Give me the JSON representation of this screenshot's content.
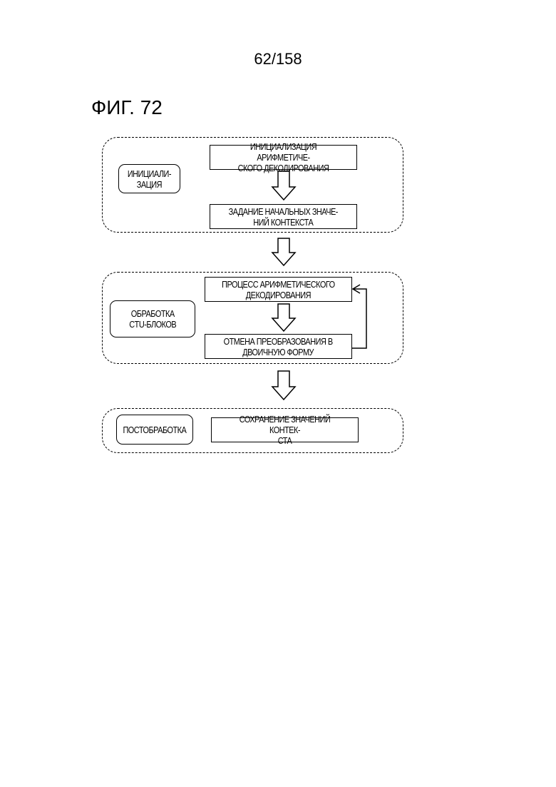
{
  "page_number": "62/158",
  "figure_title": "ФИГ. 72",
  "groups": {
    "init": {
      "label": "ИНИЦИАЛИ-\nЗАЦИЯ",
      "step1": "ИНИЦИАЛИЗАЦИЯ АРИФМЕТИЧЕ-\nСКОГО ДЕКОДИРОВАНИЯ",
      "step2": "ЗАДАНИЕ НАЧАЛЬНЫХ ЗНАЧЕ-\nНИЙ КОНТЕКСТА"
    },
    "ctu": {
      "label": "ОБРАБОТКА\nCTU-БЛОКОВ",
      "step1": "ПРОЦЕСС АРИФМЕТИЧЕСКОГО\nДЕКОДИРОВАНИЯ",
      "step2": "ОТМЕНА ПРЕОБРАЗОВАНИЯ В\nДВОИЧНУЮ ФОРМУ"
    },
    "post": {
      "label": "ПОСТОБРАБОТКА",
      "step1": "СОХРАНЕНИЕ ЗНАЧЕНИЙ КОНТЕК-\nСТА"
    }
  }
}
